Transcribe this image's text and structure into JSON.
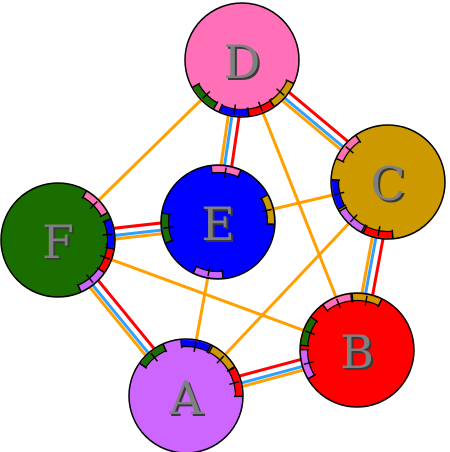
{
  "nodes": [
    {
      "id": "D",
      "label": "D",
      "color": "#ff70b8"
    },
    {
      "id": "C",
      "label": "C",
      "color": "#cc9900"
    },
    {
      "id": "E",
      "label": "E",
      "color": "#0000ff"
    },
    {
      "id": "F",
      "label": "F",
      "color": "#1a6e00"
    },
    {
      "id": "B",
      "label": "B",
      "color": "#ff0000"
    },
    {
      "id": "A",
      "label": "A",
      "color": "#cc66ff"
    }
  ],
  "edges": [
    {
      "from": "D",
      "to": "F",
      "style": "single"
    },
    {
      "from": "D",
      "to": "B",
      "style": "single"
    },
    {
      "from": "E",
      "to": "C",
      "style": "single"
    },
    {
      "from": "E",
      "to": "A",
      "style": "single"
    },
    {
      "from": "F",
      "to": "B",
      "style": "single"
    },
    {
      "from": "A",
      "to": "C",
      "style": "single"
    },
    {
      "from": "D",
      "to": "C",
      "style": "multi"
    },
    {
      "from": "D",
      "to": "E",
      "style": "multi"
    },
    {
      "from": "F",
      "to": "E",
      "style": "multi"
    },
    {
      "from": "F",
      "to": "A",
      "style": "multi"
    },
    {
      "from": "C",
      "to": "B",
      "style": "multi"
    },
    {
      "from": "A",
      "to": "B",
      "style": "multi"
    }
  ],
  "colors": {
    "single_edge": "#ffa000",
    "multi_edge": [
      "#ff0000",
      "#ffffff",
      "#30a0ff",
      "#ffa000"
    ],
    "outline": "#000000"
  }
}
